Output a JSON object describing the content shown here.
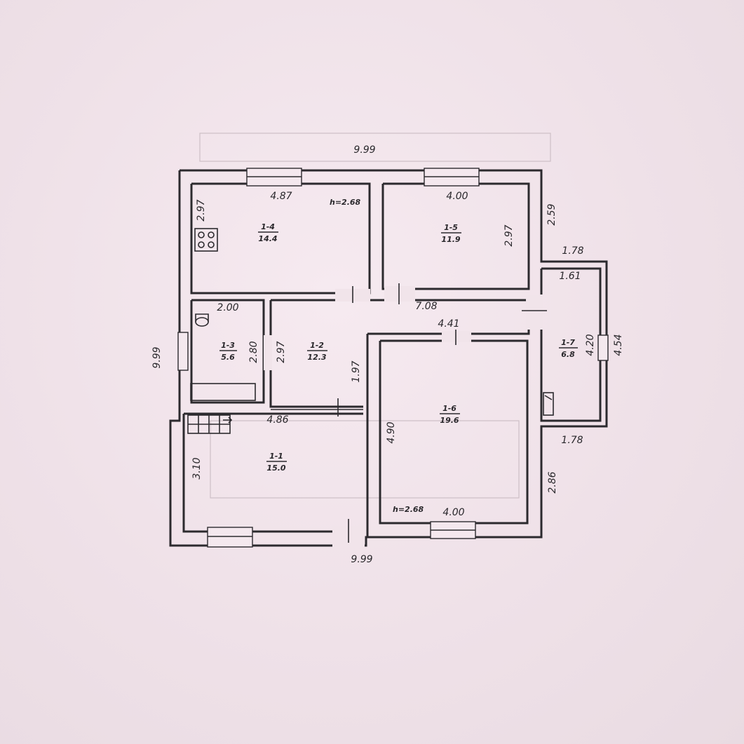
{
  "plan": {
    "ceiling_height_top": "h=2.68",
    "ceiling_height_bottom": "h=2.68",
    "rooms": [
      {
        "id": "1-4",
        "area": "14.4"
      },
      {
        "id": "1-5",
        "area": "11.9"
      },
      {
        "id": "1-3",
        "area": "5.6"
      },
      {
        "id": "1-2",
        "area": "12.3"
      },
      {
        "id": "1-7",
        "area": "6.8"
      },
      {
        "id": "1-6",
        "area": "19.6"
      },
      {
        "id": "1-1",
        "area": "15.0"
      }
    ],
    "dimensions": {
      "top_total": "9.99",
      "bottom_total": "9.99",
      "left_total": "9.99",
      "r14_width": "4.87",
      "r14_height": "2.97",
      "r15_width": "4.00",
      "r15_height": "2.97",
      "right_upper": "2.59",
      "annex_top_outer": "1.78",
      "annex_top_inner": "1.61",
      "annex_height_inner": "4.20",
      "annex_height_outer": "4.54",
      "annex_bottom_outer": "1.78",
      "corridor_length": "7.08",
      "r16_top": "4.41",
      "r13_width": "2.00",
      "r13_height": "2.80",
      "r12_height": "2.97",
      "r12_lower": "1.97",
      "r11_width": "4.86",
      "r11_height": "3.10",
      "r16_height": "4.90",
      "r16_width": "4.00",
      "right_lower": "2.86"
    }
  }
}
